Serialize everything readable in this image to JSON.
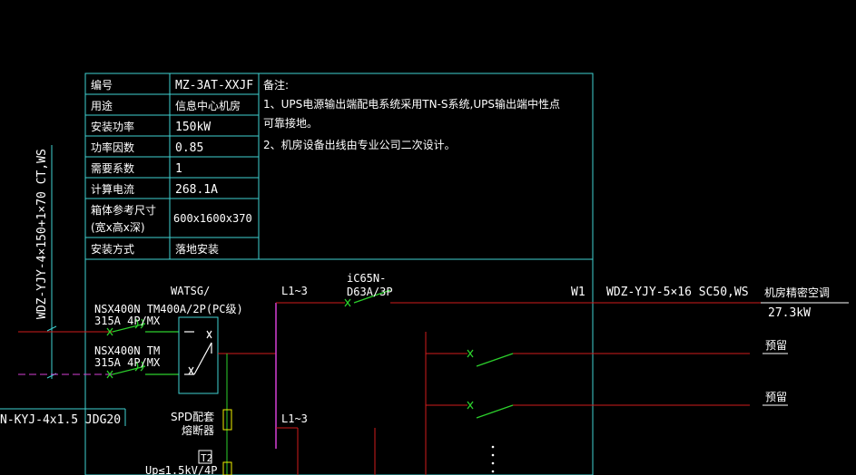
{
  "colors": {
    "background": "#000000",
    "table_line": "#3fd2d2",
    "text": "#ffffff",
    "bus": "#d43fd4",
    "wire_red": "#d01c1c",
    "switch_green": "#2ccf2c",
    "yellow": "#f0f000"
  },
  "panel_table": {
    "rows": [
      {
        "label": "编号",
        "value": "MZ-3AT-XXJF"
      },
      {
        "label": "用途",
        "value": "信息中心机房"
      },
      {
        "label": "安装功率",
        "value": "150kW"
      },
      {
        "label": "功率因数",
        "value": "0.85"
      },
      {
        "label": "需要系数",
        "value": "1"
      },
      {
        "label": "计算电流",
        "value": "268.1A"
      },
      {
        "label_line1": "箱体参考尺寸",
        "label_line2": "(宽x高x深)",
        "value": "600x1600x370"
      },
      {
        "label": "安装方式",
        "value": "落地安装"
      }
    ],
    "notes_title": "备注:",
    "notes": [
      "1、UPS电源输出端配电系统采用TN-S系统,UPS输出端中性点",
      "可靠接地。",
      "2、机房设备出线由专业公司二次设计。"
    ]
  },
  "incoming_cable": "WDZ-YJY-4×150+1×70 CT,WS",
  "control_cable": "N-KYJ-4x1.5 JDG20",
  "ats": {
    "line1": "WATSG/",
    "line2": "NSX400N TM400A/2P(PC级)",
    "line3": "315A 4P/MX"
  },
  "breaker_b": {
    "line1": "NSX400N TM",
    "line2": "315A 4P/MX"
  },
  "bus_top": "L1~3",
  "bus_bottom": "L1~3",
  "feeder_breaker": {
    "line1": "iC65N-",
    "line2": "D63A/3P"
  },
  "feeder": {
    "circuit": "W1",
    "cable": "WDZ-YJY-5×16 SC50,WS",
    "load_name": "机房精密空调",
    "load_power": "27.3kW"
  },
  "spare_labels": [
    "预留",
    "预留"
  ],
  "spd": {
    "line1": "SPD配套",
    "line2": "熔断器",
    "box": "T2",
    "up": "Up≤1.5kV/4P"
  }
}
